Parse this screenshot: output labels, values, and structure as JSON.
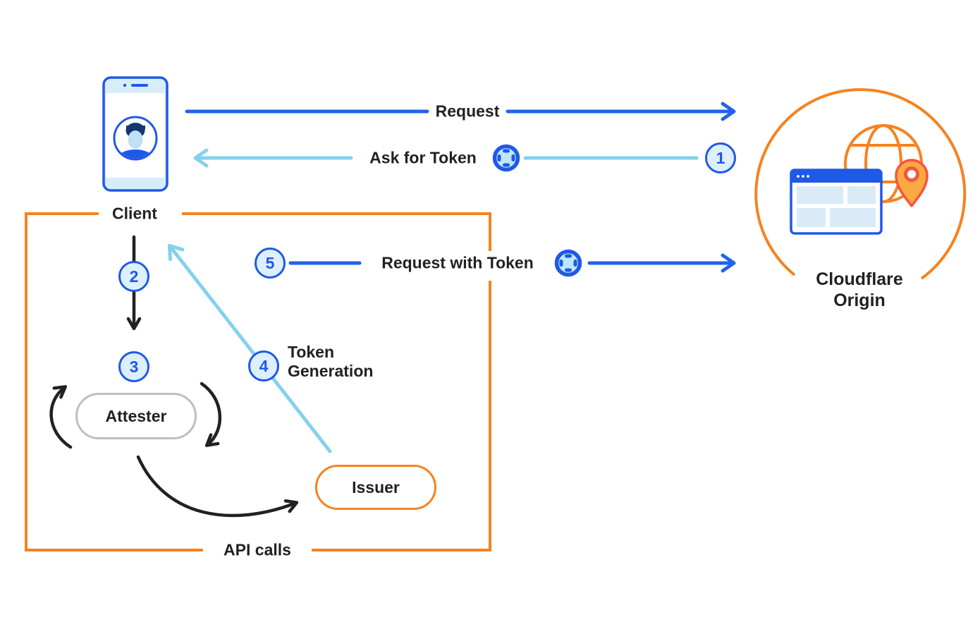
{
  "colors": {
    "blue": "#2262ea",
    "light_blue": "#85d1ec",
    "orange": "#f6821f",
    "icon_blue": "#2058e8",
    "black": "#1f2124",
    "grey_border": "#b9c0c7",
    "step_fill": "#ddeffb",
    "token_fill": "#bde7f6",
    "panel_light_blue": "#d8edfa",
    "window_block": "#d9ebf6",
    "avatar_face": "#bfe0f5",
    "avatar_hair": "#15366e",
    "pin_fill": "#fbaa43",
    "pin_stroke": "#f4573d"
  },
  "nodes": {
    "client": {
      "label": "Client"
    },
    "attester": {
      "label": "Attester"
    },
    "issuer": {
      "label": "Issuer"
    },
    "cloudflare_origin": {
      "label": "Cloudflare Origin"
    }
  },
  "flows": {
    "request": {
      "label": "Request"
    },
    "ask_for_token": {
      "label": "Ask for Token",
      "step": "1"
    },
    "client_to_attester": {
      "step": "2"
    },
    "attestation": {
      "step": "3"
    },
    "token_generation": {
      "label": "Token Generation",
      "step": "4"
    },
    "request_with_token": {
      "label": "Request with Token",
      "step": "5"
    },
    "api_calls": {
      "label": "API calls"
    }
  }
}
